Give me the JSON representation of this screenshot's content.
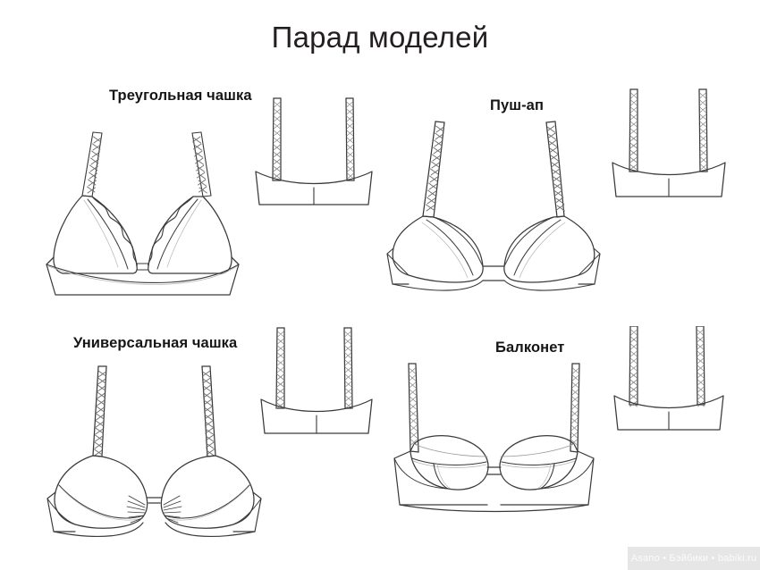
{
  "page": {
    "title": "Парад моделей",
    "background_color": "#ffffff",
    "line_color": "#3a3a3a",
    "title_color": "#231f20"
  },
  "models": [
    {
      "id": "triangle-cup",
      "label": "Треугольная чашка",
      "description": "Треугольная чашка — вид спереди и вид сзади",
      "front_view_alt": "Бюстгальтер с треугольными чашками, вид спереди",
      "back_view_alt": "Бюстгальтер с треугольными чашками, вид сзади"
    },
    {
      "id": "push-up",
      "label": "Пуш-ап",
      "description": "Пуш-ап — вид спереди и вид сзади",
      "front_view_alt": "Бюстгальтер пуш-ап, вид спереди",
      "back_view_alt": "Бюстгальтер пуш-ап, вид сзади"
    },
    {
      "id": "universal-cup",
      "label": "Универсальная чашка",
      "description": "Универсальная чашка — вид спереди и вид сзади",
      "front_view_alt": "Бюстгальтер с универсальной чашкой, вид спереди",
      "back_view_alt": "Бюстгальтер с универсальной чашкой, вид сзади"
    },
    {
      "id": "balconette",
      "label": "Балконет",
      "description": "Балконет — вид спереди и вид сзади",
      "front_view_alt": "Бюстгальтер балконет, вид спереди",
      "back_view_alt": "Бюстгальтер балконет, вид сзади"
    }
  ],
  "watermark": {
    "text": "Asano • Бэйбики • babiki.ru",
    "background_color": "#e6e6e6",
    "text_color": "#fbfbfb"
  }
}
